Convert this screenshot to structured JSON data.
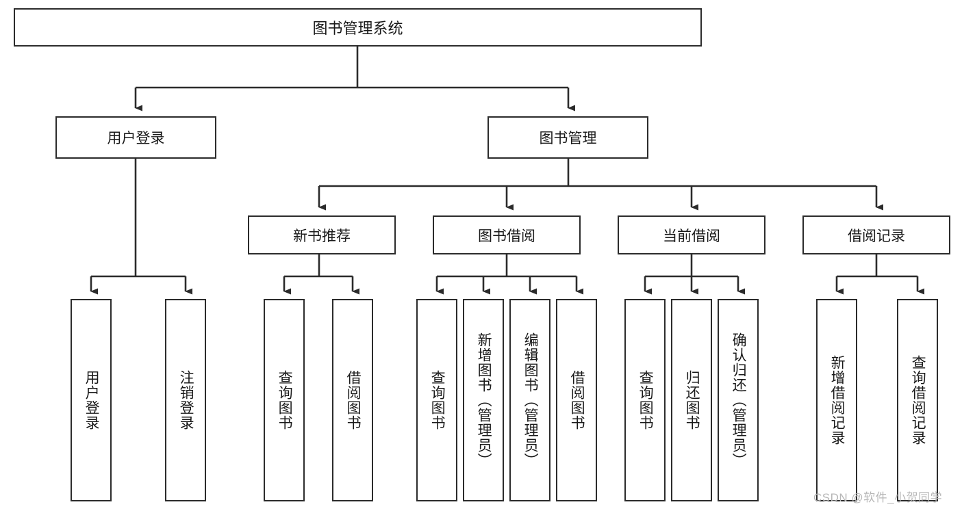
{
  "diagram": {
    "title": "图书管理系统",
    "type": "tree-hierarchy-diagram",
    "watermark": "CSDN @软件_小贺同学",
    "colors": {
      "stroke": "#2b2b2b",
      "node_fill": "#ffffff",
      "text": "#1a1a1a",
      "watermark": "#b7b7b7",
      "background": "#ffffff"
    },
    "root": {
      "label": "图书管理系统"
    },
    "level2": [
      {
        "label": "用户登录"
      },
      {
        "label": "图书管理"
      }
    ],
    "level3": [
      {
        "label": "新书推荐"
      },
      {
        "label": "图书借阅"
      },
      {
        "label": "当前借阅"
      },
      {
        "label": "借阅记录"
      }
    ],
    "leaves": {
      "user_login": [
        {
          "label": "用户登录"
        },
        {
          "label": "注销登录"
        }
      ],
      "new_book_recommend": [
        {
          "label": "查询图书"
        },
        {
          "label": "借阅图书"
        }
      ],
      "book_borrow": [
        {
          "label": "查询图书"
        },
        {
          "label": "新增图书（管理员）"
        },
        {
          "label": "编辑图书（管理员）"
        },
        {
          "label": "借阅图书"
        }
      ],
      "current_borrow": [
        {
          "label": "查询图书"
        },
        {
          "label": "归还图书"
        },
        {
          "label": "确认归还（管理员）"
        }
      ],
      "borrow_record": [
        {
          "label": "新增借阅记录"
        },
        {
          "label": "查询借阅记录"
        }
      ]
    }
  }
}
